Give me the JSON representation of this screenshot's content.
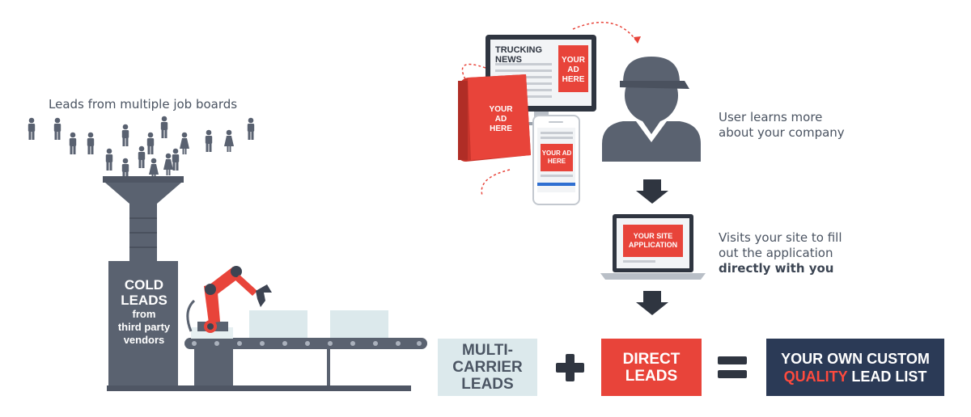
{
  "labels": {
    "job_boards": "Leads from multiple job boards",
    "learns_line1": "User learns more",
    "learns_line2": "about your company",
    "visits_line1": "Visits your site to fill",
    "visits_line2": "out the application",
    "visits_bold": "directly with you"
  },
  "cold_leads": {
    "line1": "COLD",
    "line2": "LEADS",
    "line3": "from",
    "line4": "third party",
    "line5": "vendors"
  },
  "ads": {
    "monitor_title": "TRUCKING NEWS",
    "monitor_ad_1": "YOUR",
    "monitor_ad_2": "AD",
    "monitor_ad_3": "HERE",
    "book_ad_1": "YOUR",
    "book_ad_2": "AD",
    "book_ad_3": "HERE",
    "phone_ad_1": "YOUR AD",
    "phone_ad_2": "HERE",
    "laptop_1": "YOUR SITE",
    "laptop_2": "APPLICATION"
  },
  "equation": {
    "multi_1": "MULTI-",
    "multi_2": "CARRIER",
    "multi_3": "LEADS",
    "direct_1": "DIRECT",
    "direct_2": "LEADS",
    "custom_1": "YOUR OWN CUSTOM",
    "custom_quality": "QUALITY",
    "custom_rest": " LEAD LIST"
  },
  "icons": [
    "person-icon",
    "funnel-icon",
    "robot-arm-icon",
    "conveyor-icon",
    "monitor-icon",
    "book-icon",
    "phone-icon",
    "driver-avatar-icon",
    "laptop-icon",
    "arrow-down-icon",
    "plus-icon",
    "equals-icon"
  ],
  "colors": {
    "slate": "#5a6270",
    "red": "#e8443a",
    "navy": "#2b3a56",
    "light_blue": "#dce9ec"
  }
}
